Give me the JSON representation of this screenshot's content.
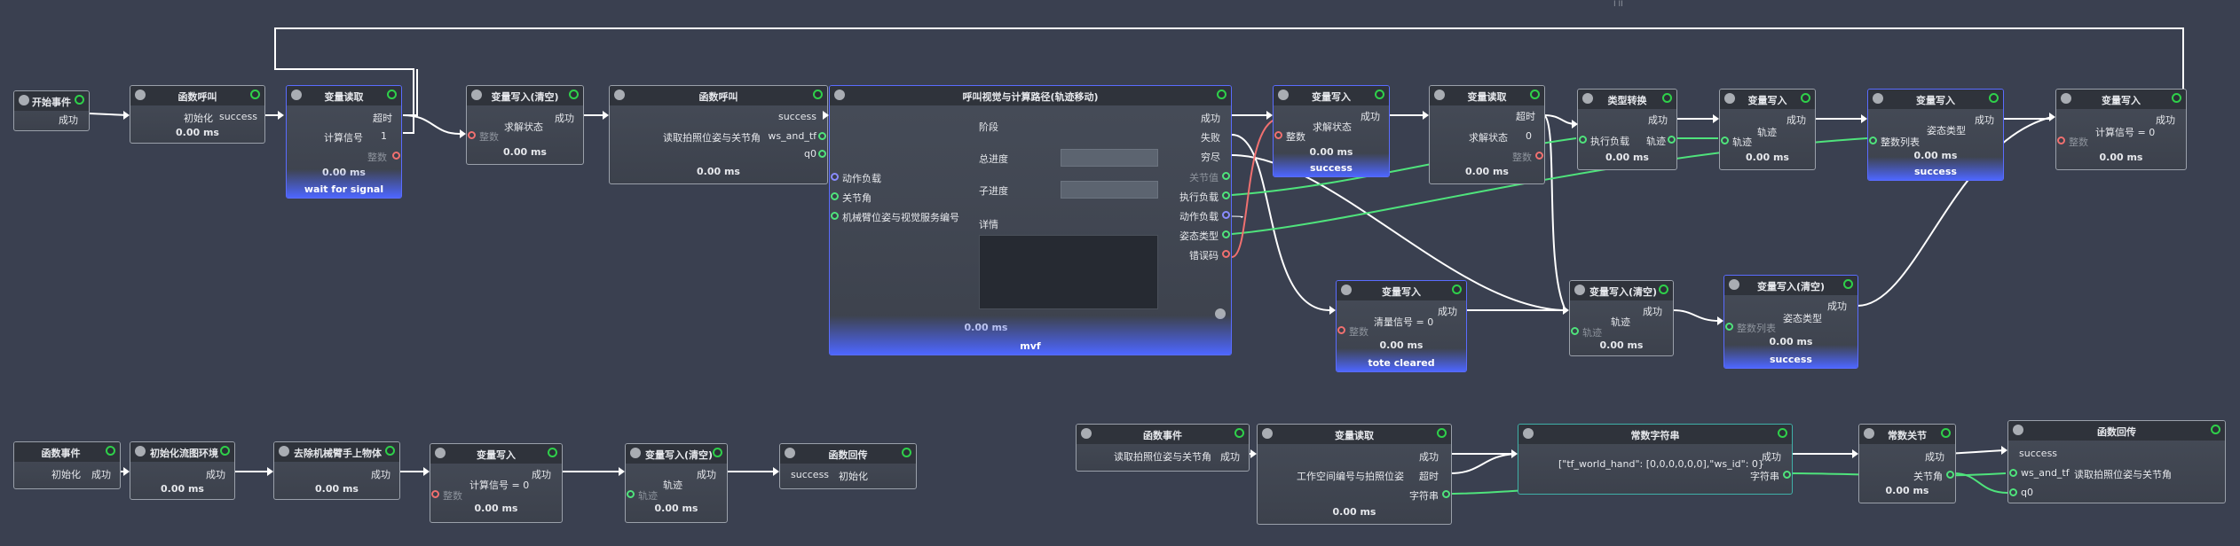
{
  "colors": {
    "background": "#3a4050",
    "accent_blue": "#4d66ff",
    "wire": "#ffffff",
    "green_wire": "#4fe37c",
    "port_red": "#f07070",
    "status_green": "#2fd04a"
  },
  "canvas": {
    "top_label": "Ι ΙΙ"
  },
  "labels": {
    "success_cn": "成功",
    "success_en": "success",
    "timeout": "超时",
    "integer": "整数",
    "solve_state": "求解状态",
    "track": "轨迹",
    "exec_load": "执行负载",
    "pose_type": "姿态类型",
    "pose_list": "整数列表",
    "fail": "失败",
    "exhausted": "穷尽",
    "joint_value": "关节值",
    "action_load": "动作负载",
    "error_code": "错误码",
    "string": "字符串",
    "init": "初始化",
    "calc_signal": "计算信号",
    "calc_signal_zero": "计算信号 = 0",
    "clear_signal_zero": "清量信号 = 0",
    "ms": "0.00 ms",
    "one": "1",
    "zero": "0",
    "ws_and_tf": "ws_and_tf",
    "q0": "q0",
    "read_pose": "读取拍照位姿与关节角",
    "joint_angle": "关节角"
  },
  "nodes": {
    "start_event": {
      "title": "开始事件"
    },
    "func_call_1": {
      "title": "函数呼叫",
      "sub": "初始化"
    },
    "var_read_1": {
      "title": "变量读取",
      "status": "wait for signal"
    },
    "var_write_clear_1": {
      "title": "变量写入(清空)"
    },
    "func_call_2": {
      "title": "函数呼叫"
    },
    "vision": {
      "title": "呼叫视觉与计算路径(轨迹移动)",
      "stage": "阶段",
      "total_progress": "总进度",
      "sub_progress": "子进度",
      "detail": "详情",
      "in_action_load": "动作负载",
      "in_joint": "关节角",
      "in_arm": "机械臂位姿与视觉服务编号",
      "status": "mvf"
    },
    "var_write_1": {
      "title": "变量写入",
      "status": "success"
    },
    "var_read_2": {
      "title": "变量读取"
    },
    "type_convert": {
      "title": "类型转换"
    },
    "var_write_2": {
      "title": "变量写入"
    },
    "var_write_3": {
      "title": "变量写入",
      "status": "success"
    },
    "var_write_4": {
      "title": "变量写入"
    },
    "var_write_5": {
      "title": "变量写入",
      "status": "tote cleared"
    },
    "var_write_clear_2": {
      "title": "变量写入(清空)"
    },
    "var_write_clear_3": {
      "title": "变量写入(清空)",
      "status": "success"
    },
    "func_event_1": {
      "title": "函数事件"
    },
    "init_env": {
      "title": "初始化流图环境"
    },
    "remove_objects": {
      "title": "去除机械臂手上物体"
    },
    "var_write_6": {
      "title": "变量写入"
    },
    "var_write_clear_4": {
      "title": "变量写入(清空)"
    },
    "func_return_1": {
      "title": "函数回传"
    },
    "func_event_2": {
      "title": "函数事件"
    },
    "var_read_3": {
      "title": "变量读取",
      "sub": "工作空间编号与拍照位姿"
    },
    "const_string": {
      "title": "常数字符串",
      "value": "[\"tf_world_hand\": [0,0,0,0,0,0],\"ws_id\": 0}"
    },
    "const_joint": {
      "title": "常数关节"
    },
    "func_return_2": {
      "title": "函数回传"
    }
  }
}
